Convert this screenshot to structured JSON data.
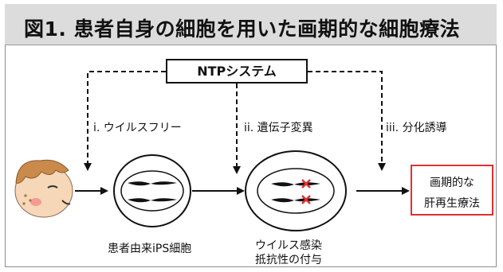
{
  "title": "図1.  患者自身の細胞を用いた画期的な細胞療法",
  "ntp_system": "NTPシステム",
  "steps": {
    "i": "i. ウイルスフリー",
    "ii": "ii. 遺伝子変異",
    "iii": "iii. 分化誘導"
  },
  "cells": {
    "ips_label": "患者由来iPS細胞",
    "resistant_label_line1": "ウイルス感染",
    "resistant_label_line2": "抵抗性の付与"
  },
  "result": {
    "line1": "画期的な",
    "line2": "肝再生療法"
  },
  "colors": {
    "title_bar": "#dcdcdc",
    "result_border": "#e03030",
    "mutation_mark": "#e03030",
    "face_skin": "#f6d7b8",
    "hair": "#c98a4b",
    "cheek": "#f28b8b"
  }
}
